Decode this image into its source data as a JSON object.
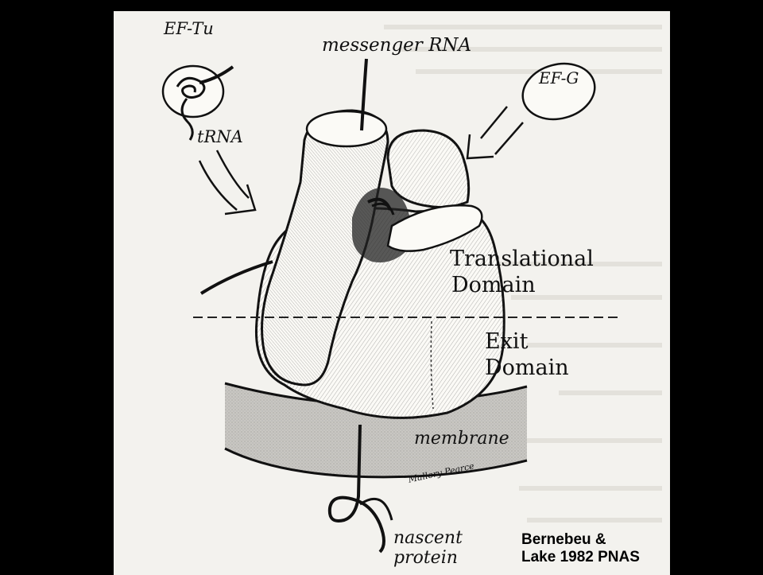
{
  "figure": {
    "labels": {
      "ef_tu": "EF-Tu",
      "trna": "tRNA",
      "mrna": "messenger RNA",
      "ef_g": "EF-G",
      "translational_1": "Translational",
      "translational_2": "Domain",
      "exit_1": "Exit",
      "exit_2": "Domain",
      "membrane": "membrane",
      "signature": "Mallory Pearce",
      "nascent_1": "nascent",
      "nascent_2": "protein"
    },
    "credit": {
      "line1": "Bernebeu &",
      "line2": "Lake 1982 PNAS"
    }
  }
}
